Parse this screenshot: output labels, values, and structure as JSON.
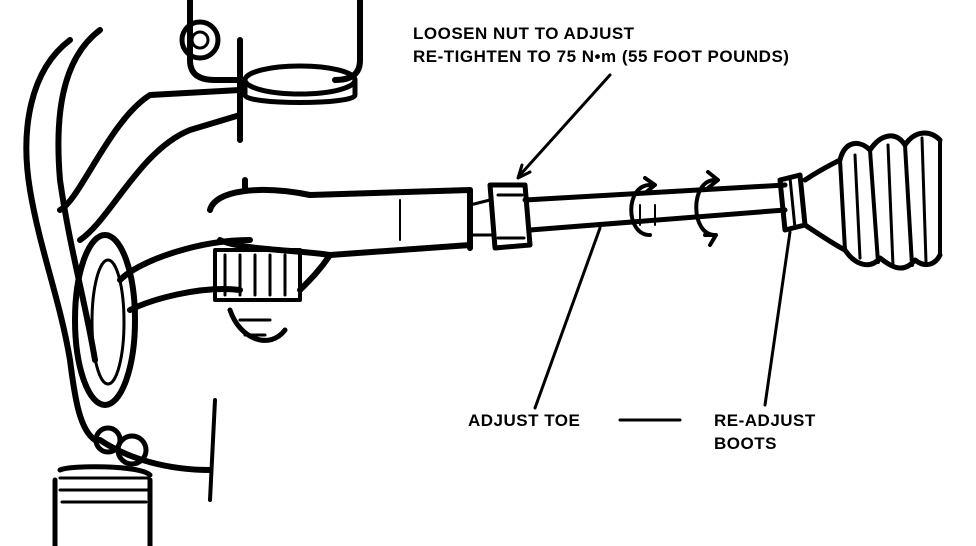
{
  "labels": {
    "nut_line1": "LOOSEN NUT TO ADJUST",
    "nut_line2": "RE-TIGHTEN TO 75 N•m (55 FOOT POUNDS)",
    "adjust_toe": "ADJUST TOE",
    "readjust_line1": "RE-ADJUST",
    "readjust_line2": "BOOTS"
  },
  "colors": {
    "ink": "#000000",
    "paper": "#ffffff"
  }
}
